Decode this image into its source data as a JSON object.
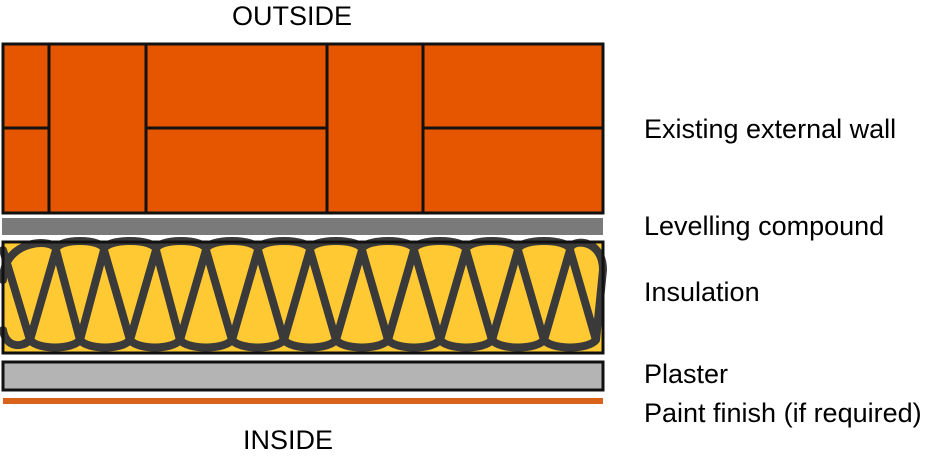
{
  "diagram": {
    "top_label": "OUTSIDE",
    "bottom_label": "INSIDE",
    "layers": {
      "wall": "Existing external wall",
      "levelling": "Levelling compound",
      "insulation": "Insulation",
      "plaster": "Plaster",
      "paint": "Paint finish (if required)"
    }
  },
  "colors": {
    "brick": "#e65500",
    "mortar": "#111111",
    "levelling": "#7a7a7a",
    "insulation_fill": "#ffc933",
    "insulation_coil": "#3a3a3a",
    "plaster": "#b4b4b4",
    "paint": "#d9621b"
  }
}
